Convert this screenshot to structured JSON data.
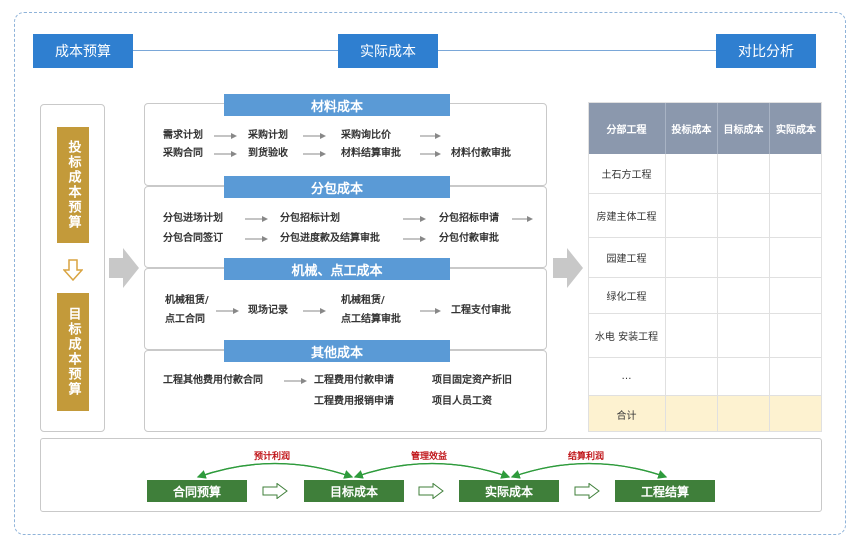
{
  "stages": {
    "budget": "成本预算",
    "actual": "实际成本",
    "compare": "对比分析"
  },
  "left": {
    "top": "投标成本预算",
    "bottom": "目标成本预算"
  },
  "material": {
    "title": "材料成本",
    "n1": "需求计划",
    "n2": "采购计划",
    "n3": "采购询比价",
    "n4": "采购合同",
    "n5": "到货验收",
    "n6": "材料结算审批",
    "n7": "材料付款审批"
  },
  "sub": {
    "title": "分包成本",
    "n1": "分包进场计划",
    "n2": "分包招标计划",
    "n3": "分包招标申请",
    "n4": "分包合同签订",
    "n5": "分包进度款及结算审批",
    "n6": "分包付款审批"
  },
  "mech": {
    "title": "机械、点工成本",
    "n1a": "机械租赁/",
    "n1b": "点工合同",
    "n2": "现场记录",
    "n3a": "机械租赁/",
    "n3b": "点工结算审批",
    "n4": "工程支付审批"
  },
  "other": {
    "title": "其他成本",
    "n1": "工程其他费用付款合同",
    "n2": "工程费用付款申请",
    "n3": "工程费用报销申请",
    "n4": "项目固定资产折旧",
    "n5": "项目人员工资"
  },
  "table": {
    "headers": [
      "分部工程",
      "投标成本",
      "目标成本",
      "实际成本"
    ],
    "rows": [
      "土石方工程",
      "房建主体工程",
      "园建工程",
      "绿化工程",
      "水电 安装工程",
      "…"
    ],
    "total": "合计"
  },
  "flow": {
    "b1": "合同预算",
    "b2": "目标成本",
    "b3": "实际成本",
    "b4": "工程结算",
    "l1": "预计利润",
    "l2": "管理效益",
    "l3": "结算利润"
  }
}
